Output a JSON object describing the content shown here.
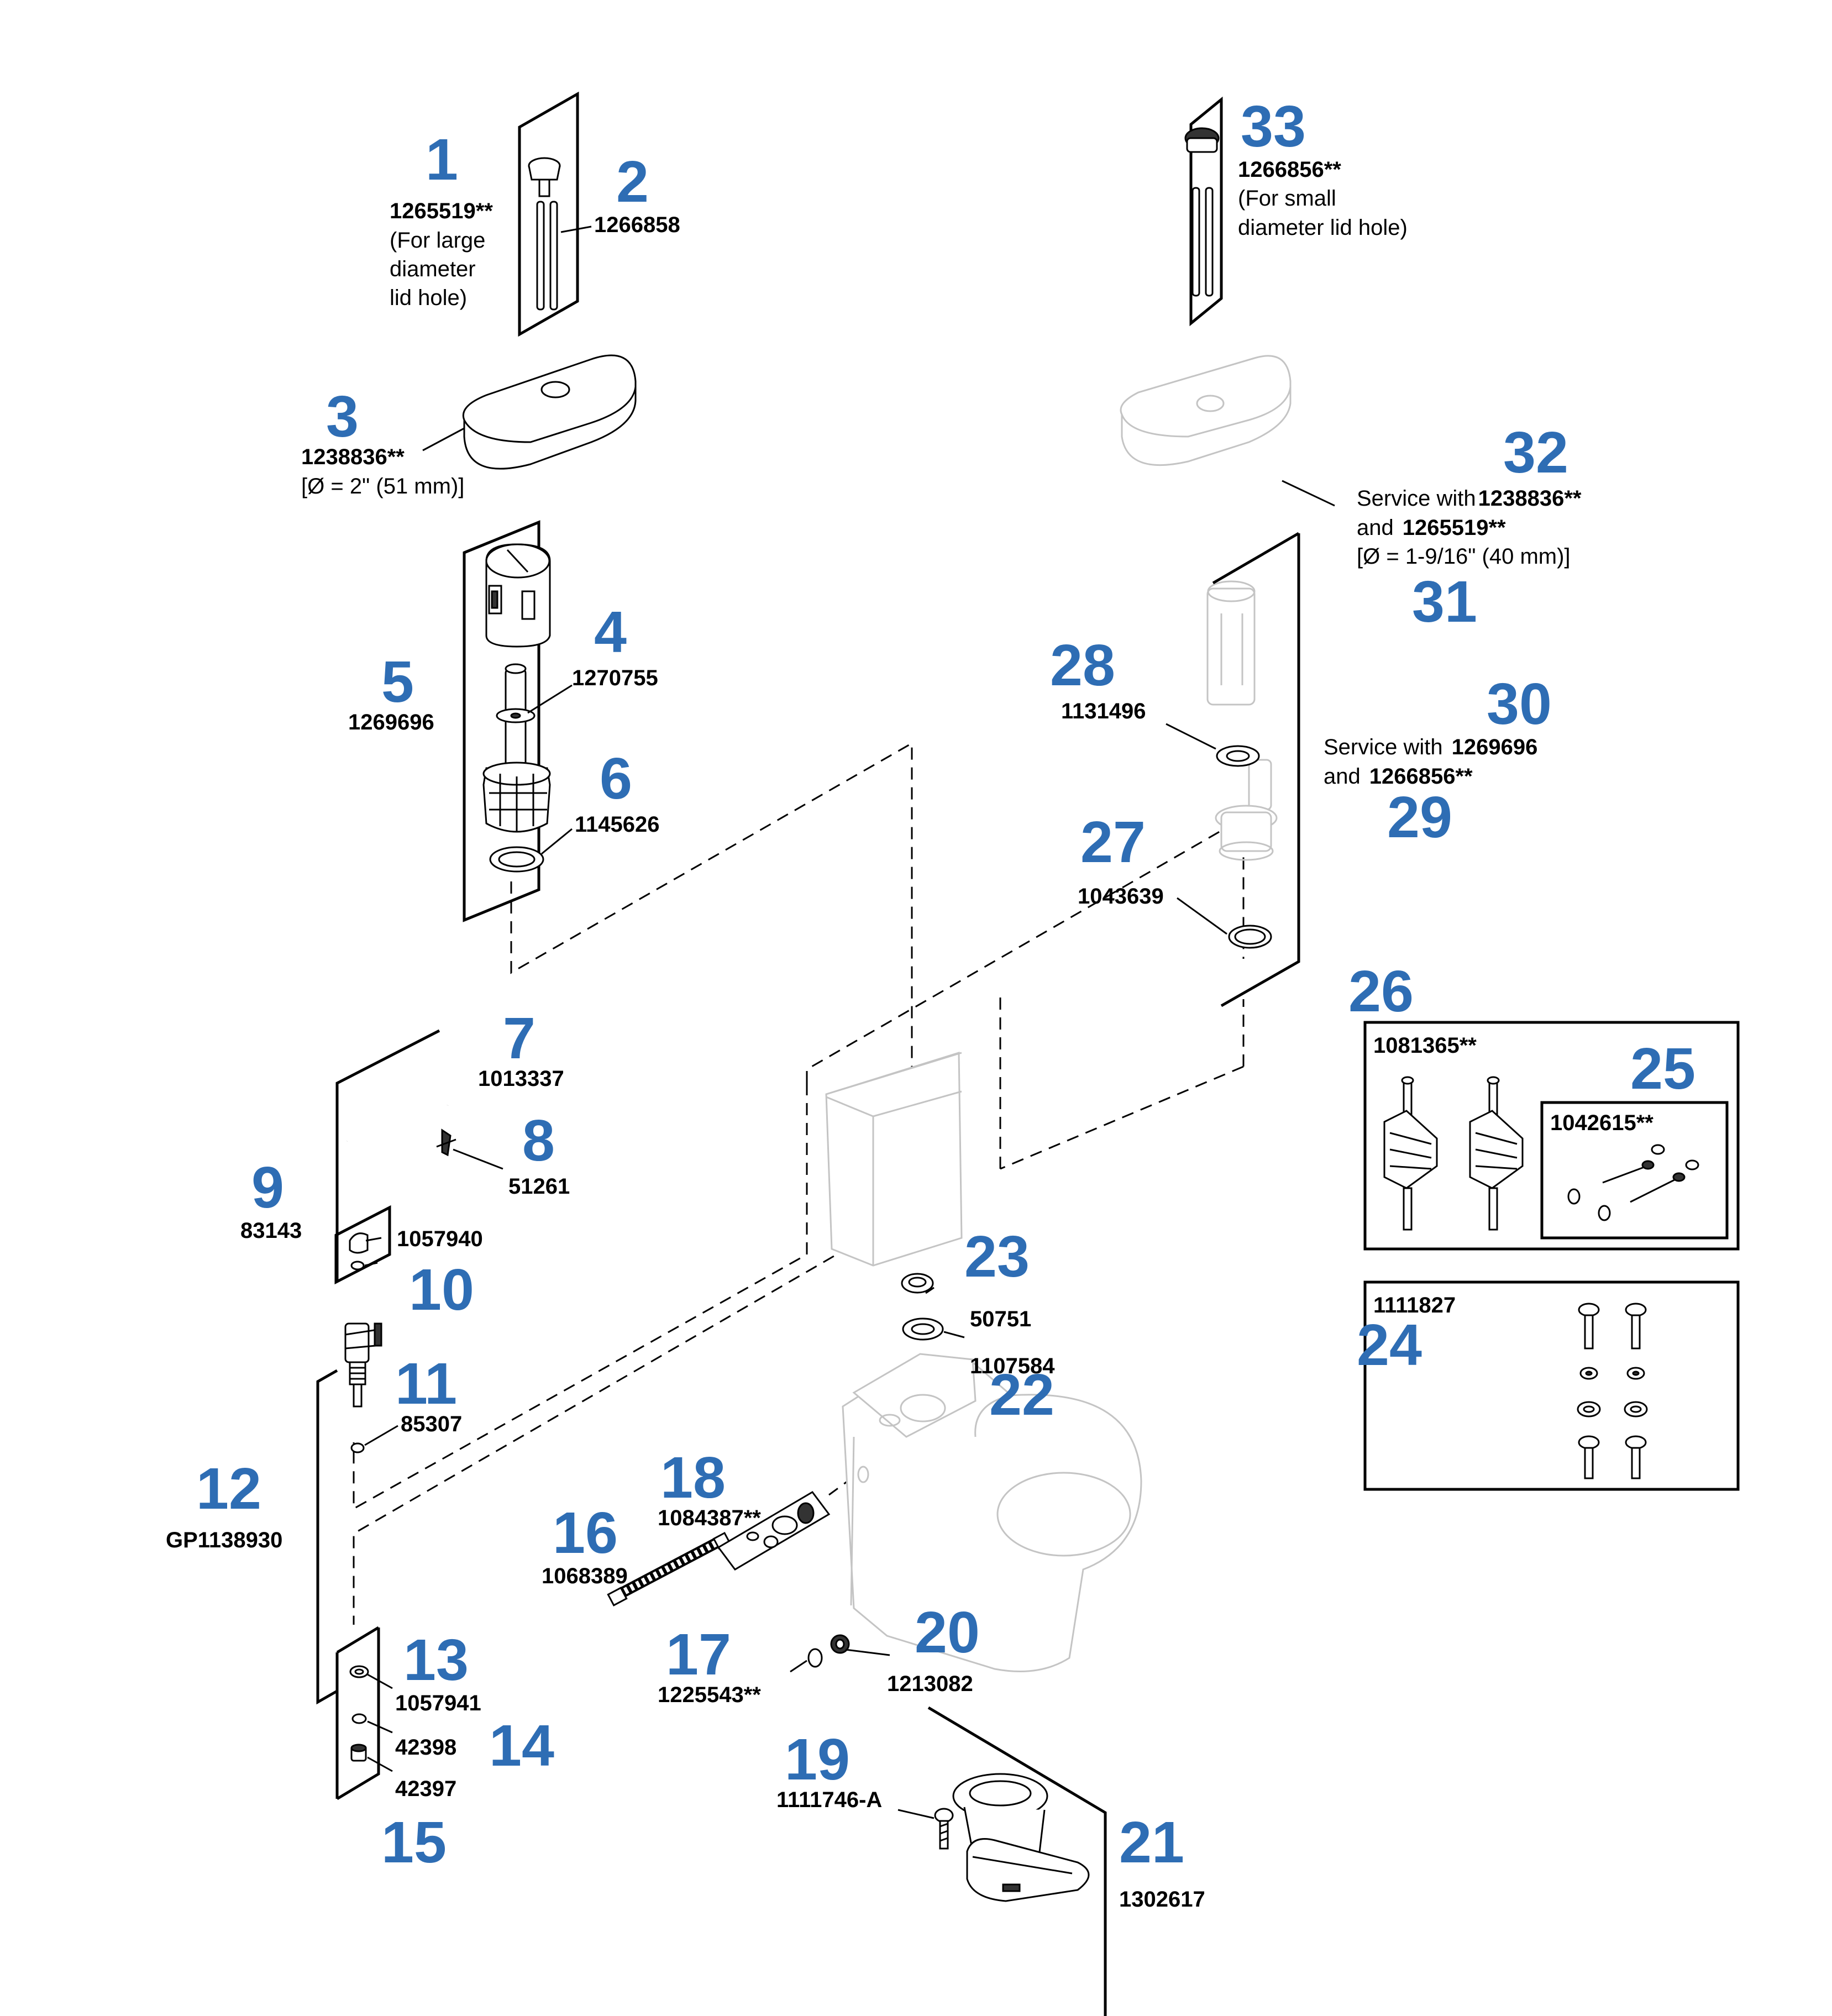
{
  "parts": [
    {
      "num": "1",
      "part_no": "1265519**",
      "note": [
        "(For large",
        "diameter",
        "lid hole)"
      ]
    },
    {
      "num": "2",
      "part_no": "1266858"
    },
    {
      "num": "3",
      "part_no": "1238836**",
      "note": [
        "[Ø = 2\" (51 mm)]"
      ]
    },
    {
      "num": "4",
      "part_no": "1270755"
    },
    {
      "num": "5",
      "part_no": "1269696"
    },
    {
      "num": "6",
      "part_no": "1145626"
    },
    {
      "num": "7",
      "part_no": "1013337"
    },
    {
      "num": "8",
      "part_no": "51261"
    },
    {
      "num": "9",
      "part_no": "83143"
    },
    {
      "num": "10",
      "part_no": "1057940"
    },
    {
      "num": "11",
      "part_no": "85307"
    },
    {
      "num": "12",
      "part_no": "GP1138930"
    },
    {
      "num": "13",
      "part_no": "1057941"
    },
    {
      "num": "14",
      "part_no": "42398"
    },
    {
      "num": "15",
      "part_no": "42397"
    },
    {
      "num": "16",
      "part_no": "1068389"
    },
    {
      "num": "17",
      "part_no": "1225543**"
    },
    {
      "num": "18",
      "part_no": "1084387**"
    },
    {
      "num": "19",
      "part_no": "1111746-A"
    },
    {
      "num": "20",
      "part_no": "1213082"
    },
    {
      "num": "21",
      "part_no": "1302617"
    },
    {
      "num": "22",
      "part_no": "1107584"
    },
    {
      "num": "23",
      "part_no": "50751"
    },
    {
      "num": "24",
      "part_no": "1111827"
    },
    {
      "num": "25",
      "part_no": "1042615**"
    },
    {
      "num": "26",
      "part_no": "1081365**"
    },
    {
      "num": "27",
      "part_no": "1043639"
    },
    {
      "num": "28",
      "part_no": "1131496"
    },
    {
      "num": "29"
    },
    {
      "num": "30"
    },
    {
      "num": "31"
    },
    {
      "num": "32"
    },
    {
      "num": "33",
      "part_no": "1266856**",
      "note": [
        "(For small",
        "diameter lid hole)"
      ]
    }
  ],
  "service_notes": {
    "lid_small": {
      "prefix": "Service with",
      "part_a": "1238836**",
      "and": "and",
      "part_b": "1265519**",
      "dim": "[Ø = 1-9/16\" (40 mm)]"
    },
    "valve": {
      "prefix": "Service with",
      "part_a": "1269696",
      "and": "and",
      "part_b": "1266856**"
    }
  },
  "colors": {
    "callout_number": "#2e6db4",
    "part_number": "#000000",
    "ghost_part": "#c4c4c4"
  }
}
